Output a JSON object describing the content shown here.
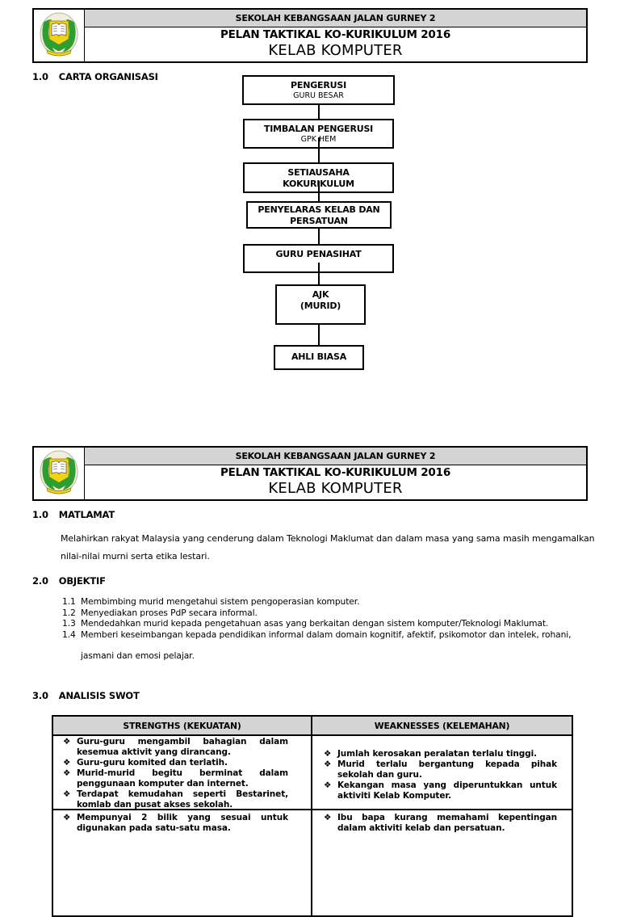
{
  "header": {
    "school_name": "SEKOLAH KEBANGSAAN JALAN GURNEY 2",
    "plan_title": "PELAN TAKTIKAL KO-KURIKULUM 2016",
    "club_name": "KELAB KOMPUTER",
    "logo": "school-crest"
  },
  "page1": {
    "section": {
      "number": "1.0",
      "title": "CARTA ORGANISASI"
    },
    "org_chart": {
      "boxes": [
        {
          "line1": "PENGERUSI",
          "line2": "GURU BESAR"
        },
        {
          "line1": "TIMBALAN PENGERUSI",
          "line2": "GPK HEM"
        },
        {
          "line1": "SETIAUSAHA",
          "line2": "KOKURIKULUM"
        },
        {
          "line1": "PENYELARAS KELAB DAN",
          "line2": "PERSATUAN"
        },
        {
          "line1": "GURU PENASIHAT",
          "line2": ""
        },
        {
          "line1": "AJK",
          "line2": "(MURID)"
        },
        {
          "line1": "AHLI BIASA",
          "line2": ""
        }
      ]
    }
  },
  "page2": {
    "matlamat": {
      "number": "1.0",
      "title": "MATLAMAT",
      "body": "Melahirkan rakyat Malaysia yang cenderung dalam Teknologi Maklumat dan dalam masa yang sama masih mengamalkan nilai-nilai murni serta etika lestari."
    },
    "objektif": {
      "number": "2.0",
      "title": "OBJEKTIF",
      "items": [
        {
          "num": "1.1",
          "text": "Membimbing murid mengetahui sistem pengoperasian komputer."
        },
        {
          "num": "1.2",
          "text": "Menyediakan proses PdP secara informal."
        },
        {
          "num": "1.3",
          "text": "Mendedahkan murid kepada pengetahuan asas yang berkaitan dengan sistem komputer/Teknologi Maklumat."
        },
        {
          "num": "1.4",
          "text": "Memberi keseimbangan kepada pendidikan informal dalam domain kognitif, afektif, psikomotor dan intelek, rohani,"
        }
      ],
      "continuation": "jasmani dan emosi pelajar."
    },
    "swot": {
      "number": "3.0",
      "title": "ANALISIS SWOT",
      "bullet_glyph": "❖",
      "col_headers": [
        "STRENGTHS (KEKUATAN)",
        "WEAKNESSES (KELEMAHAN)"
      ],
      "rows": [
        {
          "strengths": [
            "Guru-guru mengambil bahagian dalam kesemua aktivit yang dirancang.",
            "Guru-guru komited dan terlatih.",
            "Murid-murid begitu berminat dalam penggunaan komputer dan internet.",
            "Terdapat kemudahan seperti Bestarinet, komlab dan pusat akses sekolah."
          ],
          "weaknesses": [
            "Jumlah kerosakan peralatan terlalu tinggi.",
            "Murid terlalu bergantung kepada pihak sekolah dan guru.",
            "Kekangan masa yang diperuntukkan untuk aktiviti Kelab Komputer."
          ]
        },
        {
          "strengths": [
            "Mempunyai 2 bilik yang sesuai untuk digunakan pada satu-satu masa."
          ],
          "weaknesses": [
            "Ibu bapa kurang memahami kepentingan dalam aktiviti kelab dan persatuan."
          ]
        }
      ]
    }
  },
  "colors": {
    "header_row_bg": "#d4d4d4",
    "table_header_bg": "#d4d4d4",
    "border": "#000000",
    "crest_green": "#2e9e33",
    "crest_yellow": "#f2d412"
  }
}
